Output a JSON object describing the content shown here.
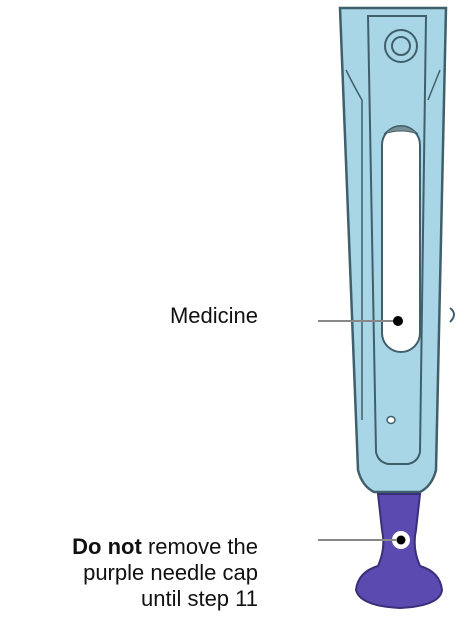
{
  "labels": {
    "medicine": "Medicine",
    "cap_warning": {
      "bold": "Do not",
      "rest_line1": " remove the",
      "line2": "purple needle cap",
      "line3": "until step 11"
    }
  },
  "colors": {
    "pen_body": "#a9d6e6",
    "pen_outline": "#3f5f6b",
    "window": "#ffffff",
    "needle_cap": "#5b4bb0",
    "leader_line": "#888888",
    "dot": "#000000"
  }
}
